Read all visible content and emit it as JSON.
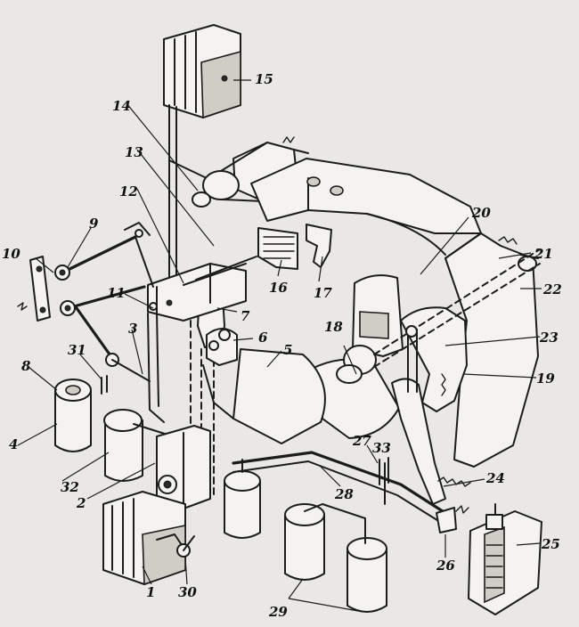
{
  "diagram": {
    "labels": [
      "1",
      "2",
      "3",
      "4",
      "5",
      "6",
      "7",
      "8",
      "9",
      "10",
      "11",
      "12",
      "13",
      "14",
      "15",
      "16",
      "17",
      "18",
      "19",
      "20",
      "21",
      "22",
      "23",
      "24",
      "25",
      "26",
      "27",
      "28",
      "29",
      "30",
      "31",
      "32",
      "33"
    ]
  }
}
